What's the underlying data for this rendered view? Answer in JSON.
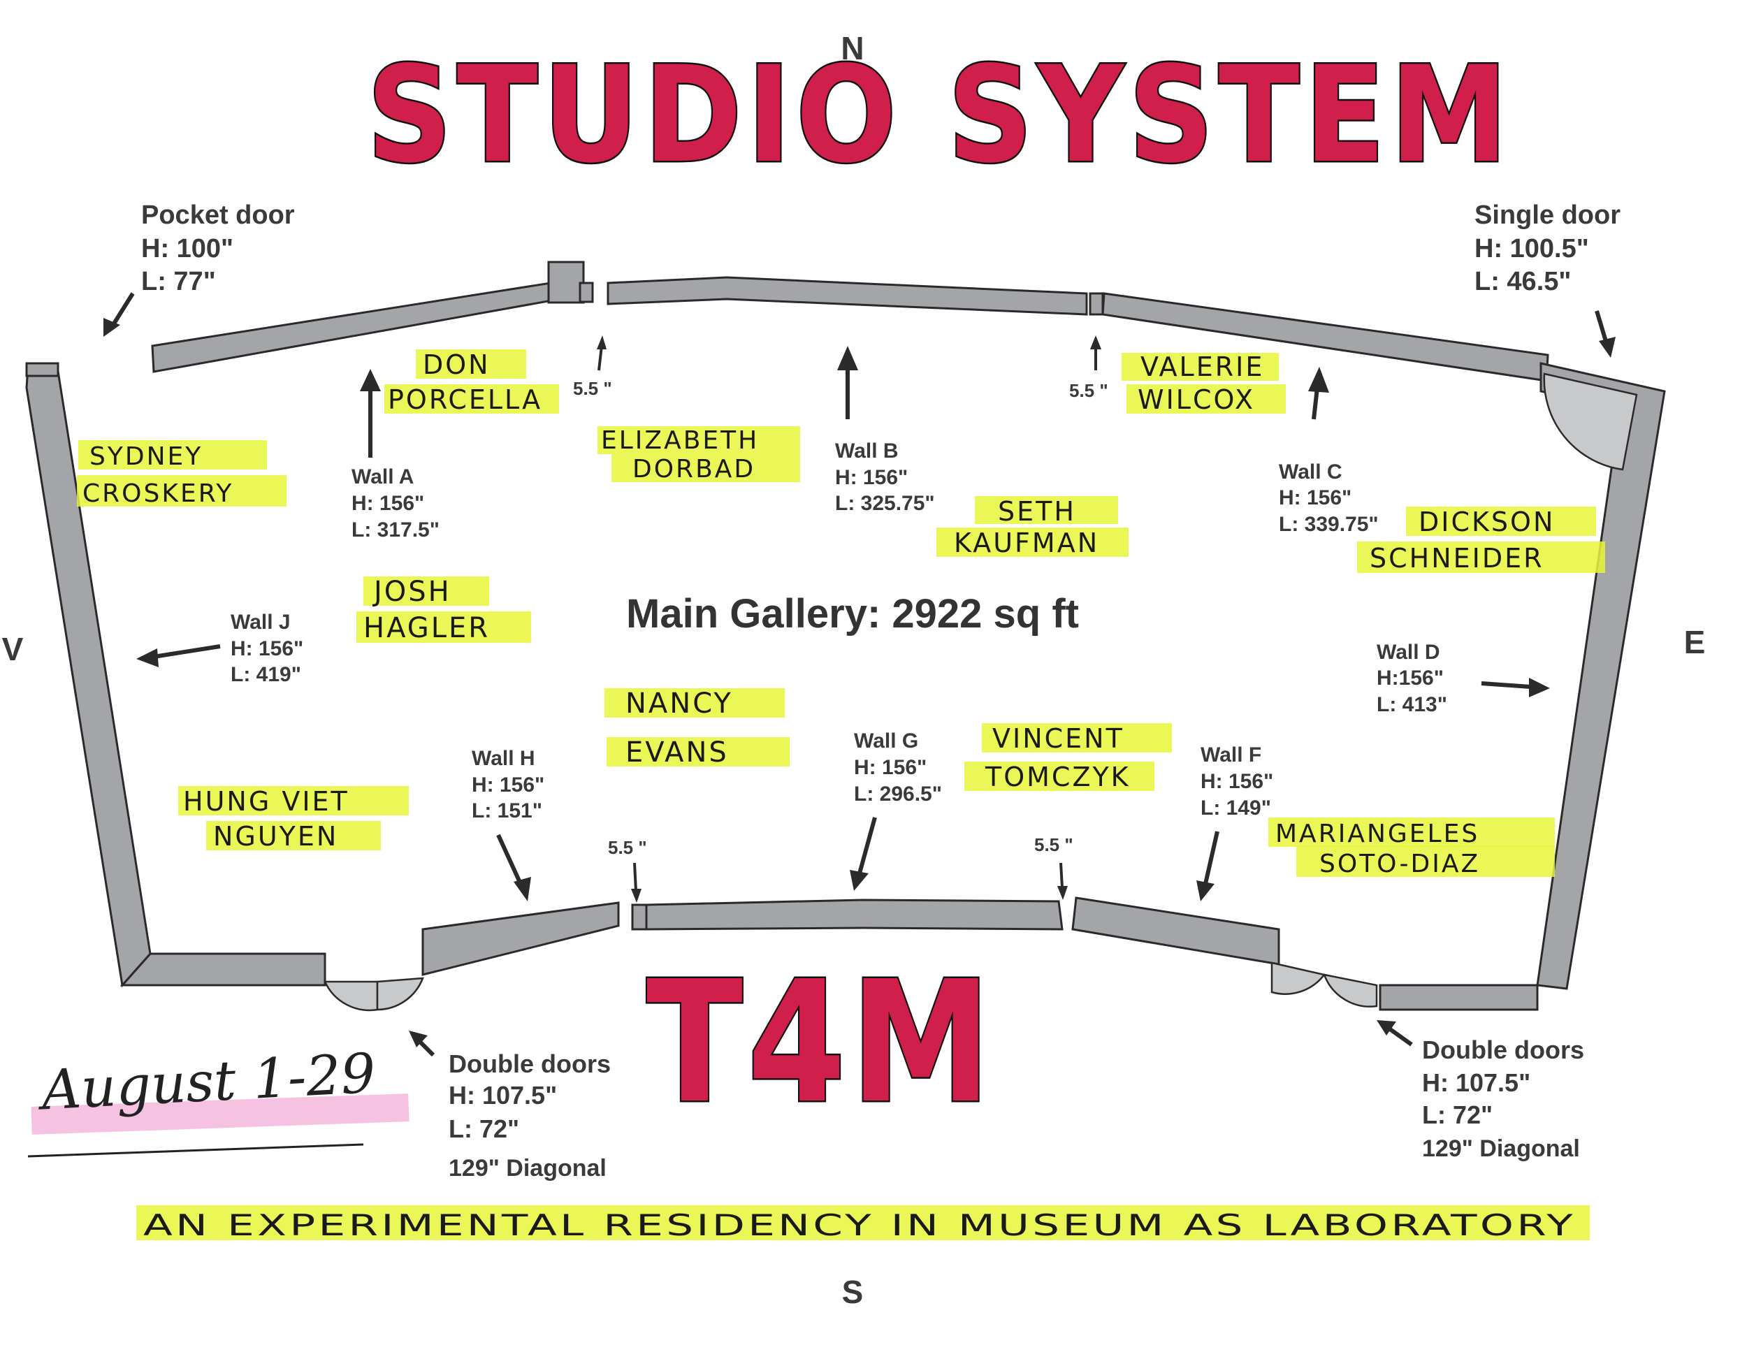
{
  "title": "STUDIO SYSTEM",
  "logo": "T4M",
  "tagline": "AN EXPERIMENTAL RESIDENCY IN MUSEUM AS LABORATORY",
  "dates": "August 1-29",
  "compass": {
    "n": "N",
    "s": "S",
    "e": "E",
    "w": "V"
  },
  "gallery": "Main Gallery: 2922 sq ft",
  "doors": {
    "pocket": {
      "name": "Pocket door",
      "h": "H: 100\"",
      "l": "L: 77\""
    },
    "single": {
      "name": "Single door",
      "h": "H: 100.5\"",
      "l": "L: 46.5\""
    },
    "double_left": {
      "name": "Double doors",
      "h": "H: 107.5\"",
      "l": "L: 72\"",
      "d": "129\" Diagonal"
    },
    "double_right": {
      "name": "Double doors",
      "h": "H: 107.5\"",
      "l": "L: 72\"",
      "d": "129\" Diagonal"
    }
  },
  "walls": {
    "a": {
      "name": "Wall A",
      "h": "H: 156\"",
      "l": "L: 317.5\""
    },
    "b": {
      "name": "Wall B",
      "h": "H: 156\"",
      "l": "L: 325.75\""
    },
    "c": {
      "name": "Wall C",
      "h": "H: 156\"",
      "l": "L: 339.75\""
    },
    "d": {
      "name": "Wall D",
      "h": "H:156\"",
      "l": "L: 413\""
    },
    "f": {
      "name": "Wall F",
      "h": "H: 156\"",
      "l": "L: 149\""
    },
    "g": {
      "name": "Wall G",
      "h": "H: 156\"",
      "l": "L: 296.5\""
    },
    "h": {
      "name": "Wall H",
      "h": "H: 156\"",
      "l": "L: 151\""
    },
    "j": {
      "name": "Wall J",
      "h": "H: 156\"",
      "l": "L: 419\""
    }
  },
  "gaps": [
    "5.5 \"",
    "5.5 \"",
    "5.5 \"",
    "5.5 \""
  ],
  "artists": {
    "don": [
      "DON",
      "PORCELLA"
    ],
    "elizabeth": [
      "ELIZABETH",
      "DORBAD"
    ],
    "valerie": [
      "VALERIE",
      "WILCOX"
    ],
    "sydney": [
      "SYDNEY",
      "CROSKERY"
    ],
    "seth": [
      "SETH",
      "KAUFMAN"
    ],
    "dickson": [
      "DICKSON",
      "SCHNEIDER"
    ],
    "josh": [
      "JOSH",
      "HAGLER"
    ],
    "nancy": [
      "NANCY",
      "EVANS"
    ],
    "vincent": [
      "VINCENT",
      "TOMCZYK"
    ],
    "hung": [
      "HUNG VIET",
      "NGUYEN"
    ],
    "mariangeles": [
      "MARIANGELES",
      "SOTO-DIAZ"
    ]
  }
}
